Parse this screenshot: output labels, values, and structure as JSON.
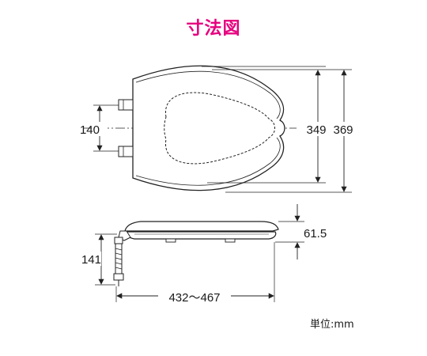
{
  "title": "寸法図",
  "title_color": "#e6007e",
  "dimensions": {
    "bolt_spacing": "140",
    "inner_length": "349",
    "outer_length": "369",
    "height": "61.5",
    "bolt_length": "141",
    "depth_range": "432〜467"
  },
  "unit_label": "単位:mm"
}
